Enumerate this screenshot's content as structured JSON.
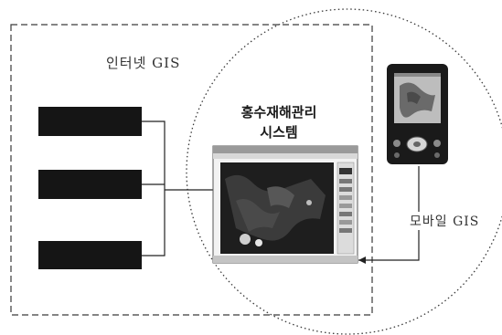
{
  "diagram": {
    "internet_gis_label": "인터넷 GIS",
    "system_title_line1": "홍수재해관리",
    "system_title_line2": "시스템",
    "mobile_gis_label": "모바일 GIS",
    "client_count": 3,
    "colors": {
      "client_box": "#151515",
      "border": "#3a3a3a",
      "screen_dark": "#1e1e1e",
      "device_body": "#1a1a1a"
    }
  }
}
